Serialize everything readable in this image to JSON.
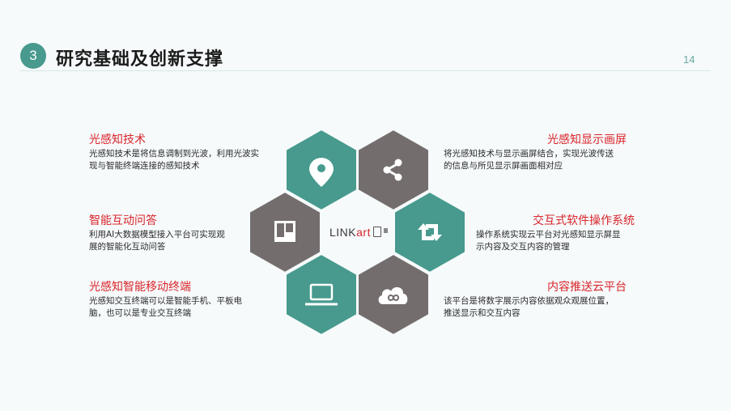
{
  "header": {
    "section_number": "3",
    "title": "研究基础及创新支撑",
    "page_number": "14"
  },
  "colors": {
    "teal": "#479a8d",
    "gray": "#736e6d",
    "accent_red": "#d9252b",
    "background": "#f6fafb"
  },
  "center_logo": {
    "text_primary": "LINK",
    "text_accent": "art"
  },
  "hexagons": [
    {
      "position": "top-left",
      "color": "teal",
      "icon": "location-pin-icon"
    },
    {
      "position": "top-right",
      "color": "gray",
      "icon": "share-icon"
    },
    {
      "position": "right",
      "color": "teal",
      "icon": "repeat-arrows-icon"
    },
    {
      "position": "bottom-right",
      "color": "gray",
      "icon": "cloud-infinity-icon"
    },
    {
      "position": "bottom-left",
      "color": "teal",
      "icon": "laptop-icon"
    },
    {
      "position": "left",
      "color": "gray",
      "icon": "board-layout-icon"
    }
  ],
  "features": {
    "left": [
      {
        "title": "光感知技术",
        "desc_line1": "光感知技术是将信息调制到光波，利用光波实",
        "desc_line2": "现与智能终端连接的感知技术"
      },
      {
        "title": "智能互动问答",
        "desc_line1": "利用AI大数据模型接入平台可实现观",
        "desc_line2": "展的智能化互动问答"
      },
      {
        "title": "光感知智能移动终端",
        "desc_line1": "光感知交互终端可以是智能手机、平板电",
        "desc_line2": "脑，也可以是专业交互终端"
      }
    ],
    "right": [
      {
        "title": "光感知显示画屏",
        "desc_line1": "将光感知技术与显示画屏结合，实现光波传送",
        "desc_line2": "的信息与所见显示屏画面相对应"
      },
      {
        "title": "交互式软件操作系统",
        "desc_line1": "操作系统实现云平台对光感知显示屏显",
        "desc_line2": "示内容及交互内容的管理"
      },
      {
        "title": "内容推送云平台",
        "desc_line1": "该平台是将数字展示内容依据观众观展位置，",
        "desc_line2": "推送显示和交互内容"
      }
    ]
  }
}
